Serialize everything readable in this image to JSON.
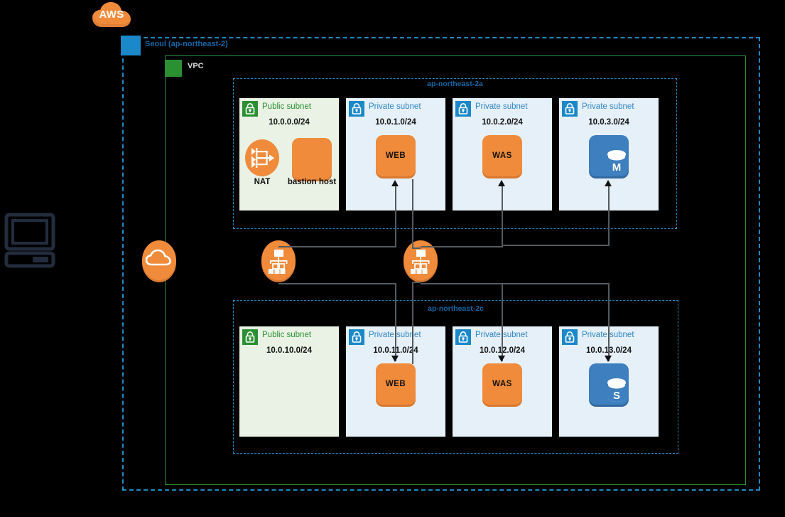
{
  "diagram": {
    "title": "AWS VPC multi-AZ architecture",
    "cloud_logo_label": "AWS",
    "colors": {
      "aws_orange": "#ef8b3b",
      "region_blue": "#1f8ac0",
      "vpc_green": "#2a9032",
      "db_blue": "#3d7fbf",
      "public_subnet_fill": "#e9f2e5",
      "private_subnet_fill": "#e6f0f8",
      "background": "#000000"
    }
  },
  "region": {
    "label": "Seoul (ap-northeast-2)",
    "tag_icon": "region-tag-icon"
  },
  "vpc": {
    "label": "VPC",
    "tag_icon": "vpc-tag-icon"
  },
  "external": {
    "client_icon": "desktop-computer-icon",
    "internet_gateway_icon": "internet-gateway-cloud-icon"
  },
  "load_balancers": [
    {
      "name": "web-load-balancer",
      "icon": "load-balancer-icon"
    },
    {
      "name": "was-load-balancer",
      "icon": "load-balancer-icon"
    }
  ],
  "availability_zones": [
    {
      "id": "az-a",
      "label": "ap-northeast-2a",
      "subnets": [
        {
          "type": "public",
          "title": "Public subnet",
          "cidr": "10.0.0.0/24",
          "lock_icon": "lock-icon",
          "nodes": [
            {
              "name": "nat-gateway",
              "icon": "nat-gateway-icon",
              "caption": "NAT"
            },
            {
              "name": "bastion-host",
              "icon": "ec2-instance-icon",
              "caption": "bastion host"
            }
          ]
        },
        {
          "type": "private",
          "title": "Private subnet",
          "cidr": "10.0.1.0/24",
          "lock_icon": "lock-icon",
          "nodes": [
            {
              "name": "web-server",
              "icon": "ec2-instance-icon",
              "label": "WEB"
            }
          ]
        },
        {
          "type": "private",
          "title": "Private subnet",
          "cidr": "10.0.2.0/24",
          "lock_icon": "lock-icon",
          "nodes": [
            {
              "name": "was-server",
              "icon": "ec2-instance-icon",
              "label": "WAS"
            }
          ]
        },
        {
          "type": "private",
          "title": "Private subnet",
          "cidr": "10.0.3.0/24",
          "lock_icon": "lock-icon",
          "nodes": [
            {
              "name": "database-master",
              "icon": "database-icon",
              "label": "M"
            }
          ]
        }
      ]
    },
    {
      "id": "az-c",
      "label": "ap-northeast-2c",
      "subnets": [
        {
          "type": "public",
          "title": "Public subnet",
          "cidr": "10.0.10.0/24",
          "lock_icon": "lock-icon",
          "nodes": []
        },
        {
          "type": "private",
          "title": "Private subnet",
          "cidr": "10.0.11.0/24",
          "lock_icon": "lock-icon",
          "nodes": [
            {
              "name": "web-server",
              "icon": "ec2-instance-icon",
              "label": "WEB"
            }
          ]
        },
        {
          "type": "private",
          "title": "Private subnet",
          "cidr": "10.0.12.0/24",
          "lock_icon": "lock-icon",
          "nodes": [
            {
              "name": "was-server",
              "icon": "ec2-instance-icon",
              "label": "WAS"
            }
          ]
        },
        {
          "type": "private",
          "title": "Private subnet",
          "cidr": "10.0.13.0/24",
          "lock_icon": "lock-icon",
          "nodes": [
            {
              "name": "database-slave",
              "icon": "database-icon",
              "label": "S"
            }
          ]
        }
      ]
    }
  ]
}
